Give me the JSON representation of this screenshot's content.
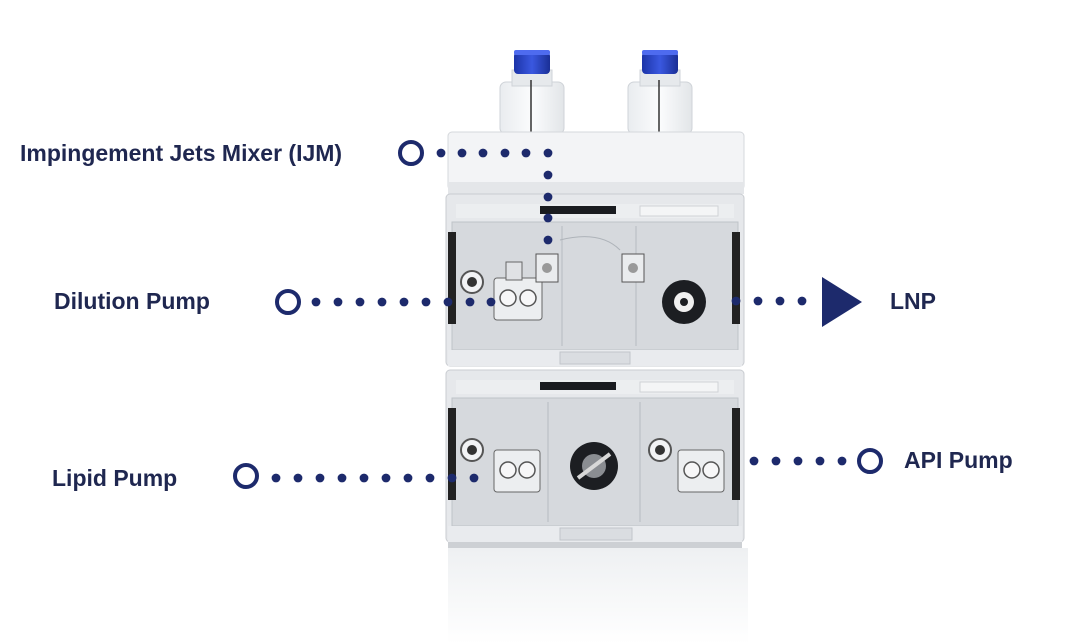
{
  "colors": {
    "navy": "#1d2a6c",
    "label_text": "#1f2750",
    "cap_blue": "#2a44c8",
    "module_grey": "#dcdee2",
    "panel_grey": "#cfd2d6"
  },
  "labels": {
    "ijm": "Impingement Jets Mixer (IJM)",
    "dilution": "Dilution Pump",
    "lipid": "Lipid Pump",
    "api": "API Pump",
    "lnp": "LNP"
  },
  "icons": {
    "callout_marker": "ring-icon",
    "output_marker": "triangle-arrow-icon"
  }
}
